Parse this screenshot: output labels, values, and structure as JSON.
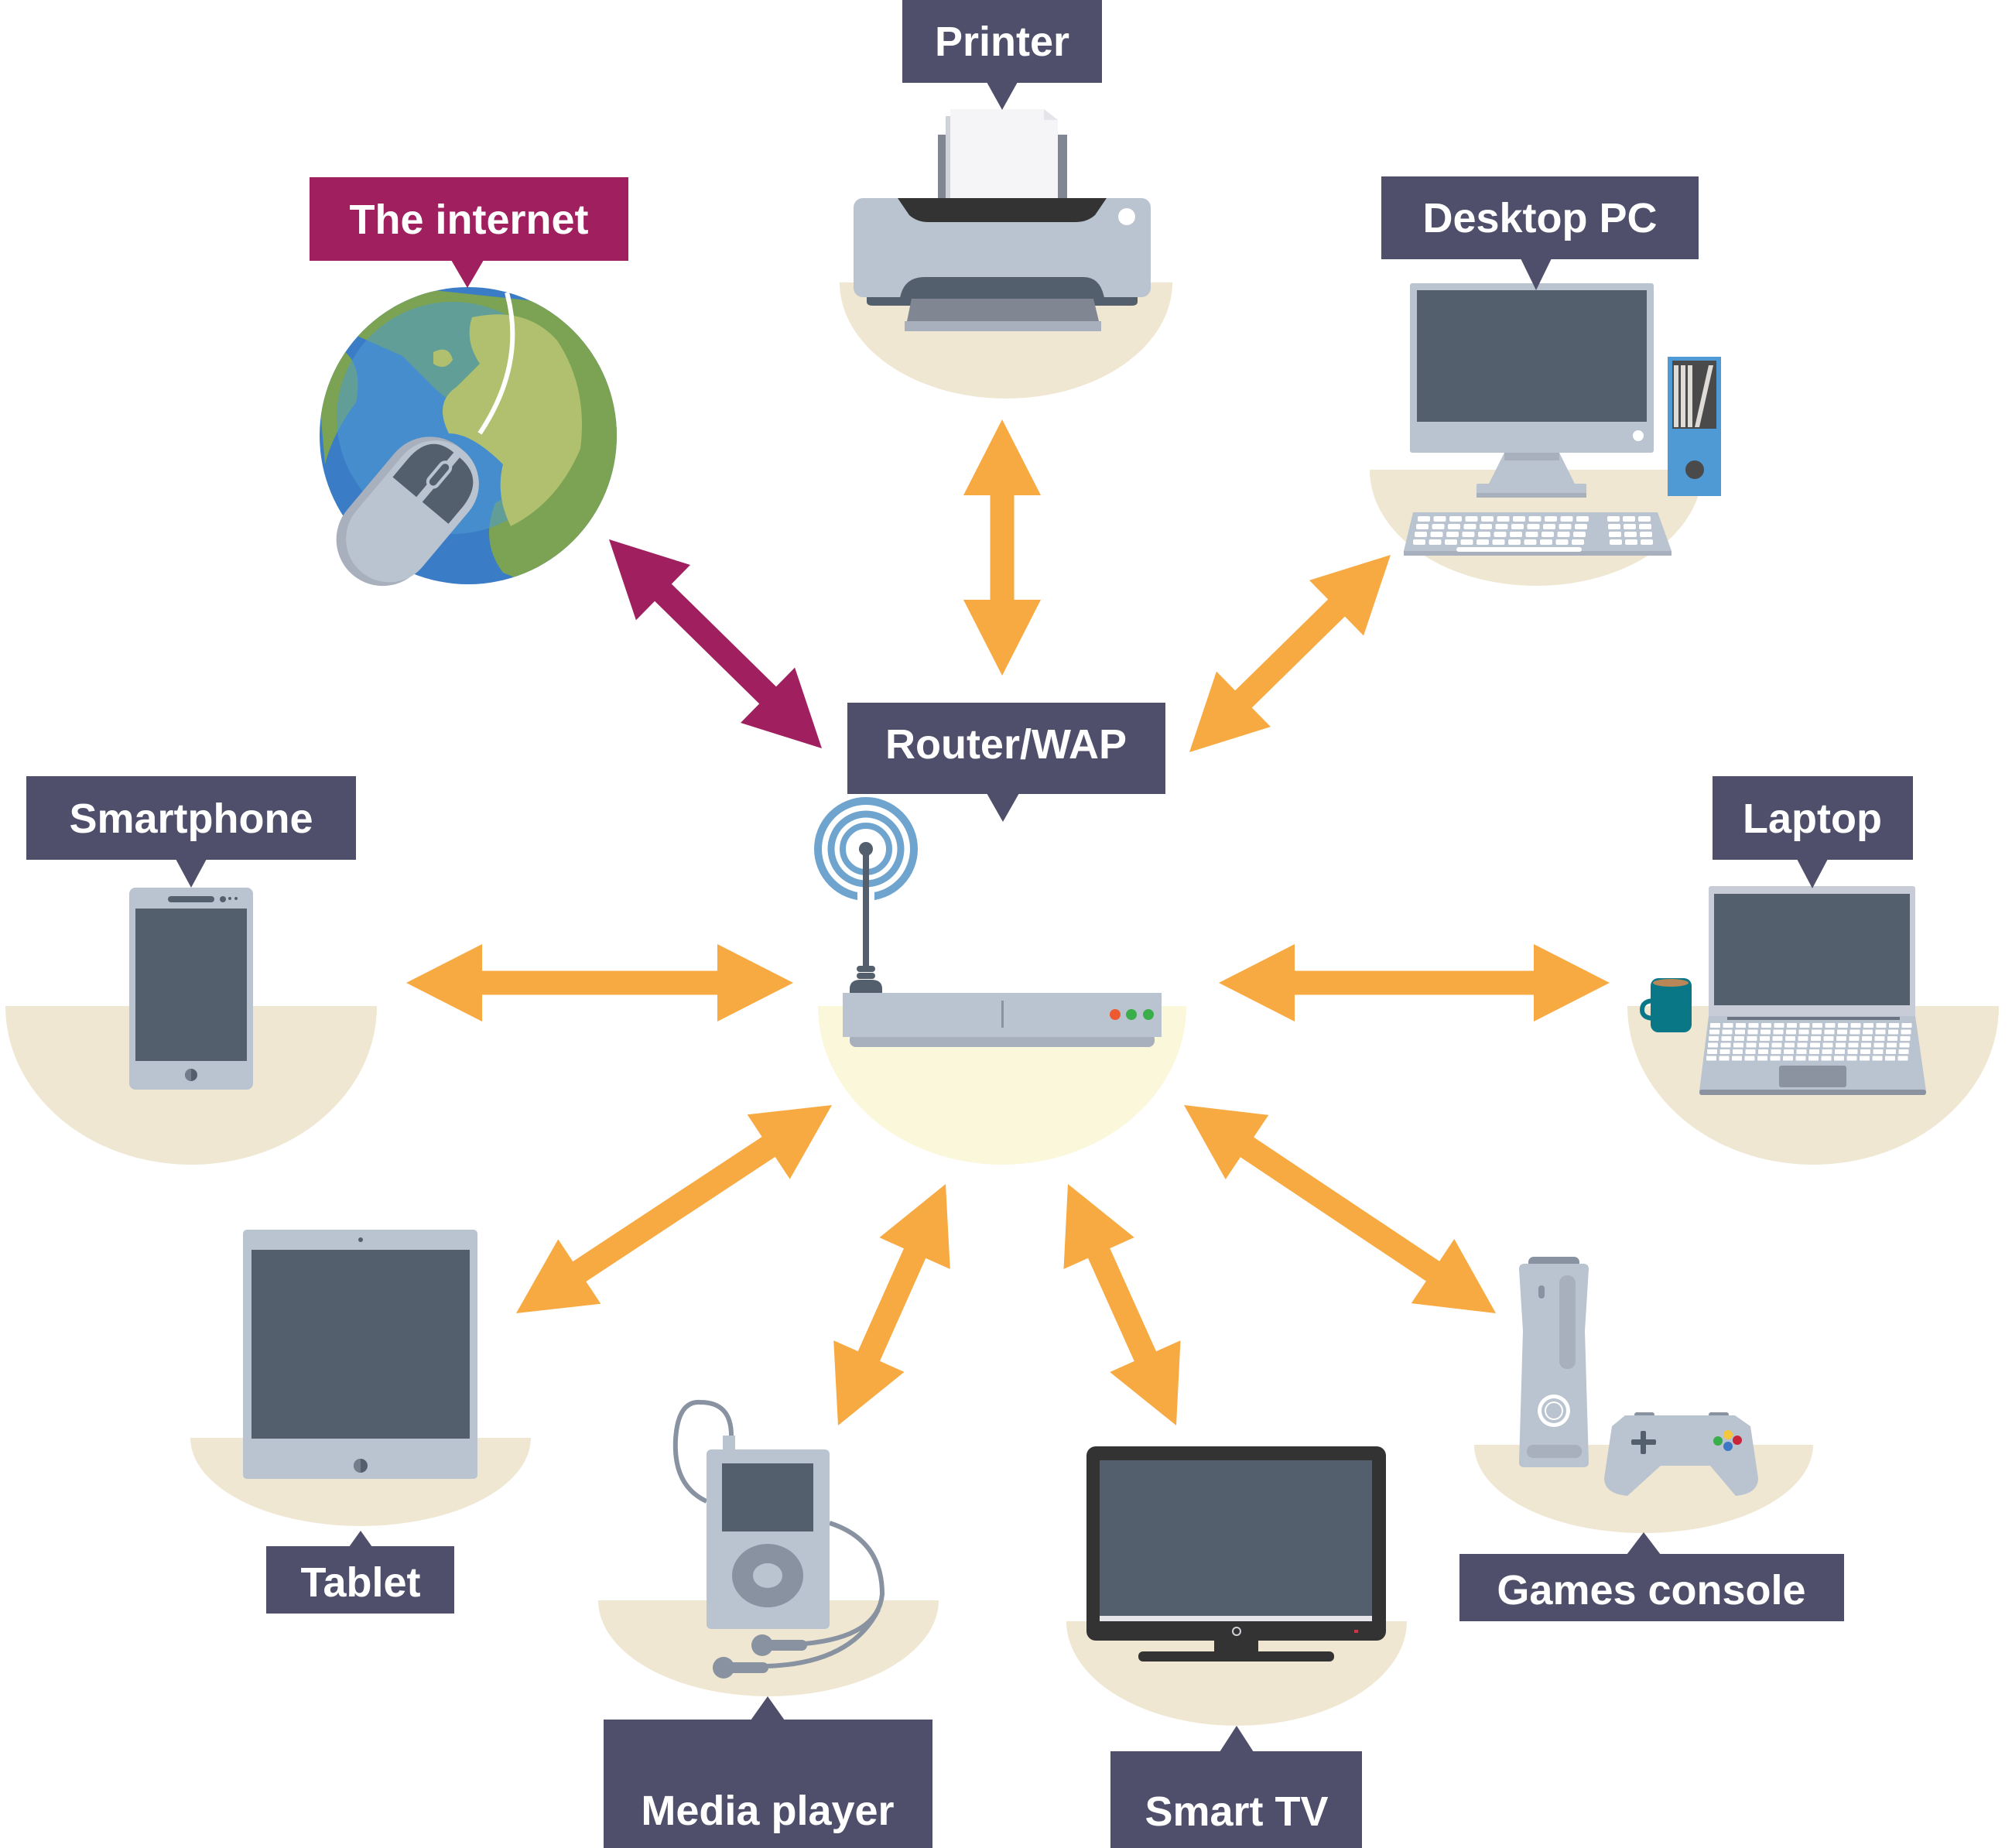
{
  "title": "Home network devices connected via a router/wireless access point",
  "colors": {
    "label_default": "#4f4f6b",
    "label_internet": "#a01f5e",
    "arrow_default": "#f7aa42",
    "arrow_internet": "#a01f5e",
    "pedestal": "#efe7d1",
    "pedestal_router": "#fbf7da",
    "device_body": "#bac3d0",
    "device_screen": "#545f6e"
  },
  "hub": {
    "id": "router",
    "label": "Router/WAP",
    "icon": "wireless-router-icon"
  },
  "nodes": [
    {
      "id": "internet",
      "label": "The internet",
      "icon": "globe-with-mouse-icon",
      "link_style": "internet"
    },
    {
      "id": "printer",
      "label": "Printer",
      "icon": "printer-icon",
      "link_style": "default"
    },
    {
      "id": "desktop",
      "label": "Desktop PC",
      "icon": "desktop-computer-icon",
      "link_style": "default"
    },
    {
      "id": "smartphone",
      "label": "Smartphone",
      "icon": "smartphone-icon",
      "link_style": "default"
    },
    {
      "id": "laptop",
      "label": "Laptop",
      "icon": "laptop-icon",
      "link_style": "default"
    },
    {
      "id": "tablet",
      "label": "Tablet",
      "icon": "tablet-icon",
      "link_style": "default"
    },
    {
      "id": "media",
      "label": "Media player",
      "icon": "media-player-icon",
      "link_style": "default"
    },
    {
      "id": "tv",
      "label": "Smart TV",
      "icon": "smart-tv-icon",
      "link_style": "default"
    },
    {
      "id": "console",
      "label": "Games console",
      "icon": "games-console-icon",
      "link_style": "default"
    }
  ],
  "connections": [
    {
      "from": "router",
      "to": "internet",
      "bidirectional": true
    },
    {
      "from": "router",
      "to": "printer",
      "bidirectional": true
    },
    {
      "from": "router",
      "to": "desktop",
      "bidirectional": true
    },
    {
      "from": "router",
      "to": "smartphone",
      "bidirectional": true
    },
    {
      "from": "router",
      "to": "laptop",
      "bidirectional": true
    },
    {
      "from": "router",
      "to": "tablet",
      "bidirectional": true
    },
    {
      "from": "router",
      "to": "media",
      "bidirectional": true
    },
    {
      "from": "router",
      "to": "tv",
      "bidirectional": true
    },
    {
      "from": "router",
      "to": "console",
      "bidirectional": true
    }
  ]
}
